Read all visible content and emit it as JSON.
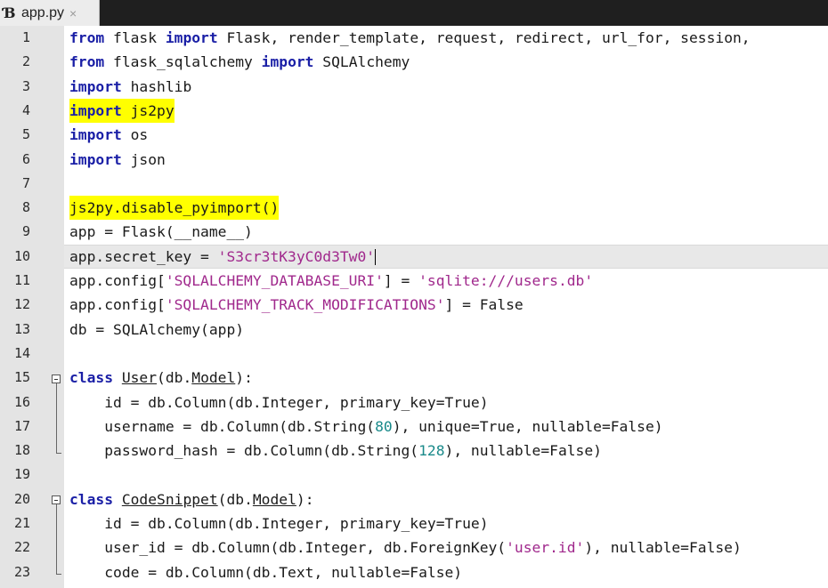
{
  "tab": {
    "icon": "python-file-icon",
    "filename": "app.py",
    "close": "×"
  },
  "line_numbers": [
    "1",
    "2",
    "3",
    "4",
    "5",
    "6",
    "7",
    "8",
    "9",
    "10",
    "11",
    "12",
    "13",
    "14",
    "15",
    "16",
    "17",
    "18",
    "19",
    "20",
    "21",
    "22",
    "23"
  ],
  "colors": {
    "keyword": "#1a1fa6",
    "string": "#a0288c",
    "number": "#1a8a8a",
    "highlight": "#ffff00"
  },
  "code": {
    "l1": {
      "k1": "from",
      "t1": " flask ",
      "k2": "import",
      "t2": " Flask, render_template, request, redirect, url_for, session,"
    },
    "l2": {
      "k1": "from",
      "t1": " flask_sqlalchemy ",
      "k2": "import",
      "t2": " SQLAlchemy"
    },
    "l3": {
      "k1": "import",
      "t1": " hashlib"
    },
    "l4": {
      "k1": "import",
      "t1": " js2py"
    },
    "l5": {
      "k1": "import",
      "t1": " os"
    },
    "l6": {
      "k1": "import",
      "t1": " json"
    },
    "l8": {
      "t1": "js2py.disable_pyimport()"
    },
    "l9": {
      "t1": "app = Flask(__name__)"
    },
    "l10": {
      "t1": "app.secret_key = ",
      "s1": "'S3cr3tK3yC0d3Tw0'"
    },
    "l11": {
      "t1": "app.config[",
      "s1": "'SQLALCHEMY_DATABASE_URI'",
      "t2": "] = ",
      "s2": "'sqlite:///users.db'"
    },
    "l12": {
      "t1": "app.config[",
      "s1": "'SQLALCHEMY_TRACK_MODIFICATIONS'",
      "t2": "] = False"
    },
    "l13": {
      "t1": "db = SQLAlchemy(app)"
    },
    "l15": {
      "k1": "class",
      "t0": " ",
      "c1": "User",
      "t1": "(db.",
      "c2": "Model",
      "t2": "):"
    },
    "l16": {
      "t1": "    id = db.Column(db.Integer, primary_key=True)"
    },
    "l17": {
      "t1": "    username = db.Column(db.String(",
      "n1": "80",
      "t2": "), unique=True, nullable=False)"
    },
    "l18": {
      "t1": "    password_hash = db.Column(db.String(",
      "n1": "128",
      "t2": "), nullable=False)"
    },
    "l20": {
      "k1": "class",
      "t0": " ",
      "c1": "CodeSnippet",
      "t1": "(db.",
      "c2": "Model",
      "t2": "):"
    },
    "l21": {
      "t1": "    id = db.Column(db.Integer, primary_key=True)"
    },
    "l22": {
      "t1": "    user_id = db.Column(db.Integer, db.ForeignKey(",
      "s1": "'user.id'",
      "t2": "), nullable=False)"
    },
    "l23": {
      "t1": "    code = db.Column(db.Text, nullable=False)"
    }
  }
}
